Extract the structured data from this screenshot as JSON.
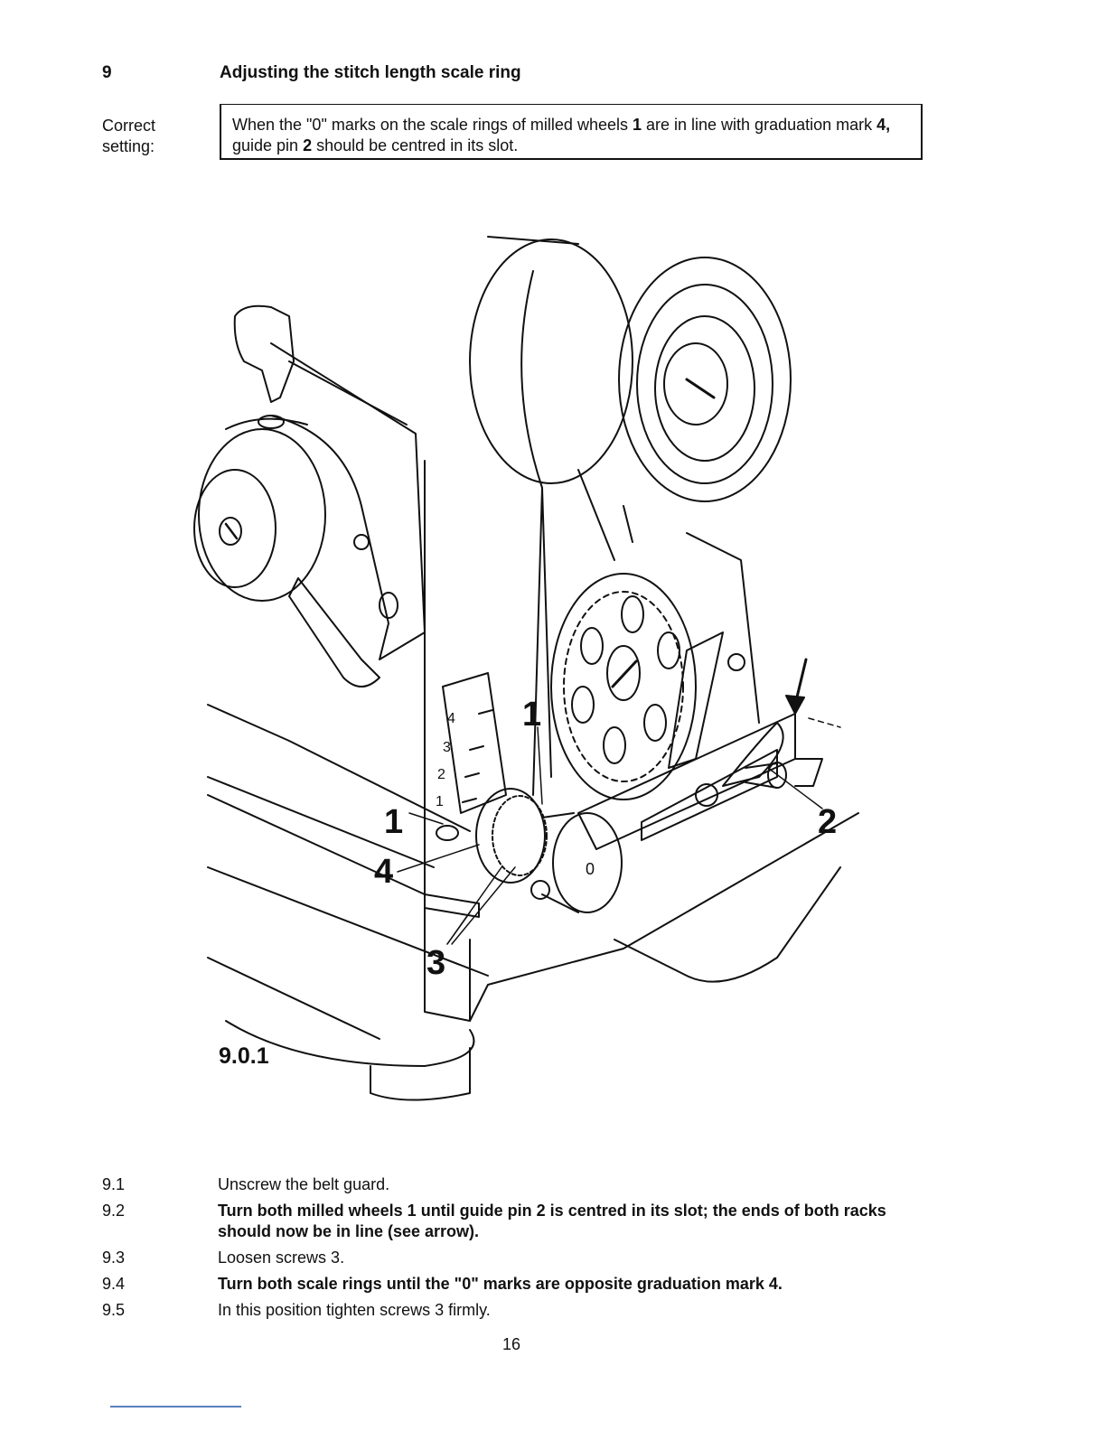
{
  "section": {
    "number": "9",
    "title": "Adjusting the stitch length scale ring"
  },
  "correct_setting": {
    "label": "Correct setting:",
    "text_1": "When the \"0\" marks on the scale rings of milled wheels ",
    "ref_1": "1",
    "text_2": " are in line with graduation mark ",
    "ref_4": "4,",
    "text_3": " guide pin ",
    "ref_2": "2",
    "text_4": " should be centred in its slot."
  },
  "figure": {
    "label": "9.0.1",
    "callouts": {
      "c1_left": "1",
      "c1_top": "1",
      "c2": "2",
      "c3": "3",
      "c4": "4"
    },
    "scale_marks": [
      "4",
      "3",
      "2",
      "1"
    ],
    "wheel_mark": "0"
  },
  "steps": [
    {
      "num": "9.1",
      "text": "Unscrew the belt guard.",
      "bold": false
    },
    {
      "num": "9.2",
      "text": "Turn both milled wheels 1 until guide pin 2 is centred in its slot; the ends of both racks should  now be in line (see arrow).",
      "bold": true
    },
    {
      "num": "9.3",
      "text": "Loosen screws 3.",
      "bold": false
    },
    {
      "num": "9.4",
      "text": "Turn both scale rings until the \"0\" marks are opposite graduation mark 4.",
      "bold": true
    },
    {
      "num": "9.5",
      "text": "In this position tighten screws 3 firmly.",
      "bold": false
    }
  ],
  "page_number": "16"
}
